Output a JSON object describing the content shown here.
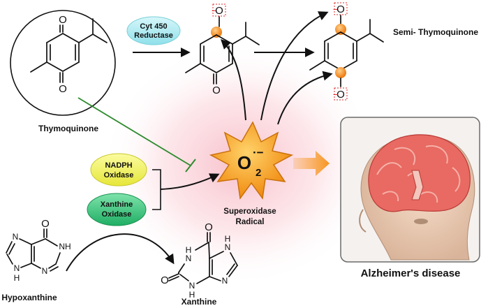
{
  "labels": {
    "thymoquinone": "Thymoquinone",
    "cyt450_line1": "Cyt 450",
    "cyt450_line2": "Reductase",
    "semi_thymoquinone": "Semi- Thymoquinone",
    "nadph_line1": "NADPH",
    "nadph_line2": "Oxidase",
    "xo_line1": "Xanthine",
    "xo_line2": "Oxidase",
    "superoxide_line1": "Superoxidase",
    "superoxide_line2": "Radical",
    "superoxide_symbol": "O",
    "superoxide_sub": "2",
    "superoxide_charge": "·−",
    "hypoxanthine": "Hypoxanthine",
    "xanthine": "Xanthine",
    "alzheimers": "Alzheimer's disease"
  },
  "atoms": {
    "o": "O",
    "o_radical": "O",
    "o_charge": "−",
    "n": "N",
    "nh": "NH",
    "h": "H"
  },
  "colors": {
    "cyt450_badge": "#a9ecf2",
    "nadph_badge": "#f4f55a",
    "xo_badge": "#33c07a",
    "star_fill": "#f39a1e",
    "radical_dot": "#f08a20",
    "radical_text": "#e0282a",
    "inhibition": "#2e8b2e",
    "glow": "#f7b8c4",
    "orange_arrow": "#f7941d"
  },
  "icons": {
    "brain": "brain-mri-illustration-icon",
    "star": "superoxide-star-icon"
  }
}
